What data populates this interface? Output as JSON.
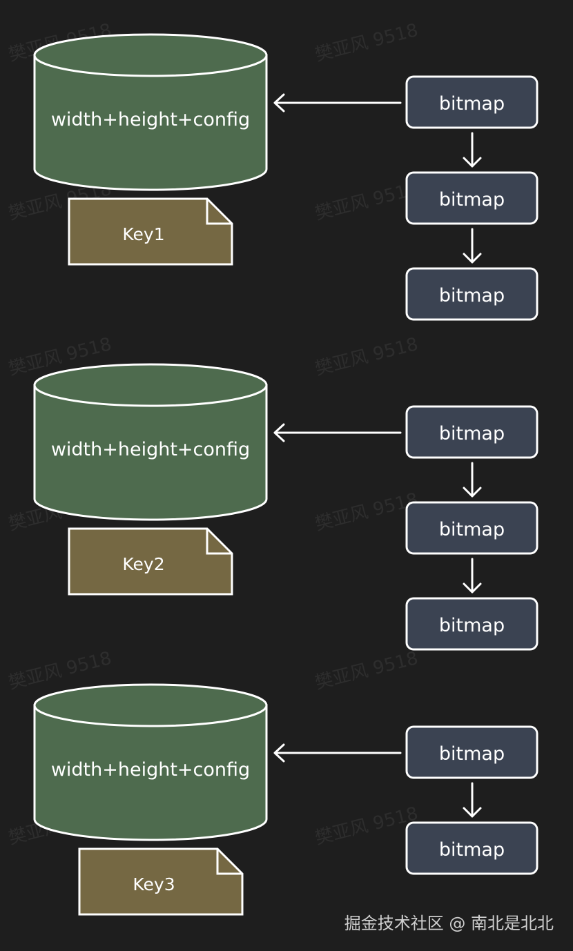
{
  "watermark": "樊亚风 9518",
  "footer": "掘金技术社区 @ 南北是北北",
  "colors": {
    "background": "#1e1e1e",
    "cylinder_fill": "#4e6b4e",
    "key_fill": "#756843",
    "bitmap_fill": "#3b4352",
    "stroke": "#ffffff"
  },
  "groups": [
    {
      "cylinder_label": "width+height+config",
      "key_label": "Key1",
      "bitmaps": [
        "bitmap",
        "bitmap",
        "bitmap"
      ]
    },
    {
      "cylinder_label": "width+height+config",
      "key_label": "Key2",
      "bitmaps": [
        "bitmap",
        "bitmap",
        "bitmap"
      ]
    },
    {
      "cylinder_label": "width+height+config",
      "key_label": "Key3",
      "bitmaps": [
        "bitmap",
        "bitmap"
      ]
    }
  ]
}
